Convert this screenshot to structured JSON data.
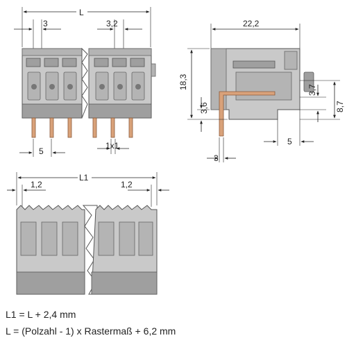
{
  "front_view": {
    "dim_L": "L",
    "dim_3": "3",
    "dim_3_2": "3,2",
    "dim_5": "5",
    "dim_1x1": "1x1"
  },
  "side_view": {
    "dim_22_2": "22,2",
    "dim_18_3": "18,3",
    "dim_3_6": "3,6",
    "dim_3_7": "3,7",
    "dim_8_7": "8,7",
    "dim_5": "5",
    "dim_3": "3"
  },
  "bottom_view": {
    "dim_L1": "L1",
    "dim_1_2_left": "1,2",
    "dim_1_2_right": "1,2"
  },
  "formulas": {
    "line1": "L1 = L + 2,4 mm",
    "line2": "L = (Polzahl - 1) x Rastermaß + 6,2 mm"
  },
  "colors": {
    "housing": "#c9c9c9",
    "pin": "#d9a27a"
  }
}
